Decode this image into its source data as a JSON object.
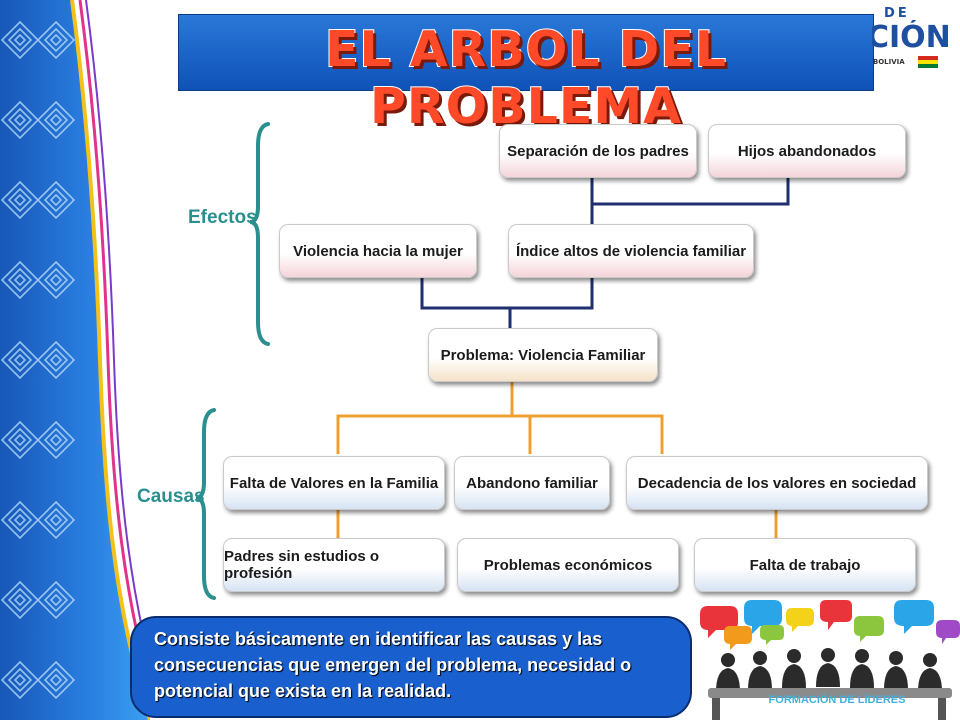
{
  "title": "EL ARBOL DEL PROBLEMA",
  "logo": {
    "line1": "MINISTERIO DE",
    "line2": "EDUCACIÓN",
    "line3": "ESTADO PLURINACIONAL DE BOLIVIA"
  },
  "labels": {
    "effects": "Efectos",
    "causes": "Causas"
  },
  "effects": {
    "top": [
      "Separación de los padres",
      "Hijos abandonados"
    ],
    "middle": [
      "Violencia hacia la mujer",
      "Índice altos de violencia familiar"
    ]
  },
  "problem": "Problema: Violencia Familiar",
  "causes": {
    "row1": [
      "Falta de Valores en la Familia",
      "Abandono familiar",
      "Decadencia de los valores en sociedad"
    ],
    "row2": [
      "Padres sin estudios o profesión",
      "Problemas económicos",
      "Falta de trabajo"
    ]
  },
  "description": "Consiste básicamente en identificar las causas y las consecuencias que emergen del problema, necesidad o potencial que exista en la realidad.",
  "photo_caption": "FORMACIÓN DE LÍDERES",
  "colors": {
    "effect_connector": "#1f2f6e",
    "cause_connector": "#f0a030",
    "bracket": "#2a8f8f",
    "title_bg": "#1f62c8",
    "title_text": "#ff4a2a",
    "bubble_bg": "#1a5fce"
  }
}
